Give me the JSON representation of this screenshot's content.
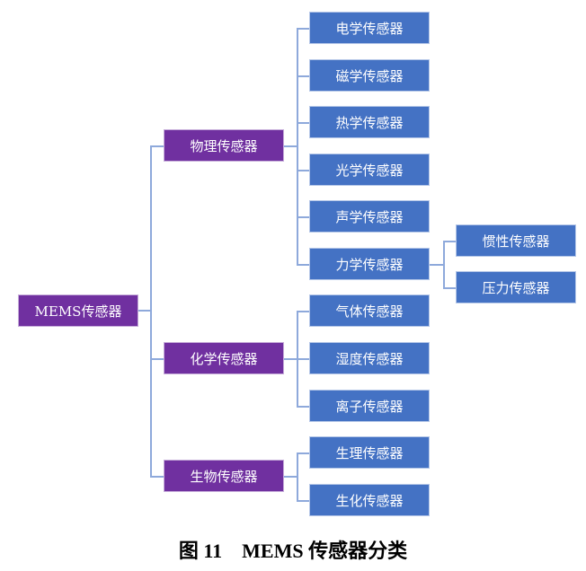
{
  "root": {
    "label": "MEMS传感器"
  },
  "categories": [
    {
      "label": "物理传感器",
      "children": [
        "电学传感器",
        "磁学传感器",
        "热学传感器",
        "光学传感器",
        "声学传感器",
        "力学传感器"
      ]
    },
    {
      "label": "化学传感器",
      "children": [
        "气体传感器",
        "湿度传感器",
        "离子传感器"
      ]
    },
    {
      "label": "生物传感器",
      "children": [
        "生理传感器",
        "生化传感器"
      ]
    }
  ],
  "force_children": [
    "惯性传感器",
    "压力传感器"
  ],
  "caption": "图 11　MEMS 传感器分类",
  "colors": {
    "level1": "#7030A0",
    "level2": "#4472C4",
    "connector": "#8EA9DB"
  }
}
